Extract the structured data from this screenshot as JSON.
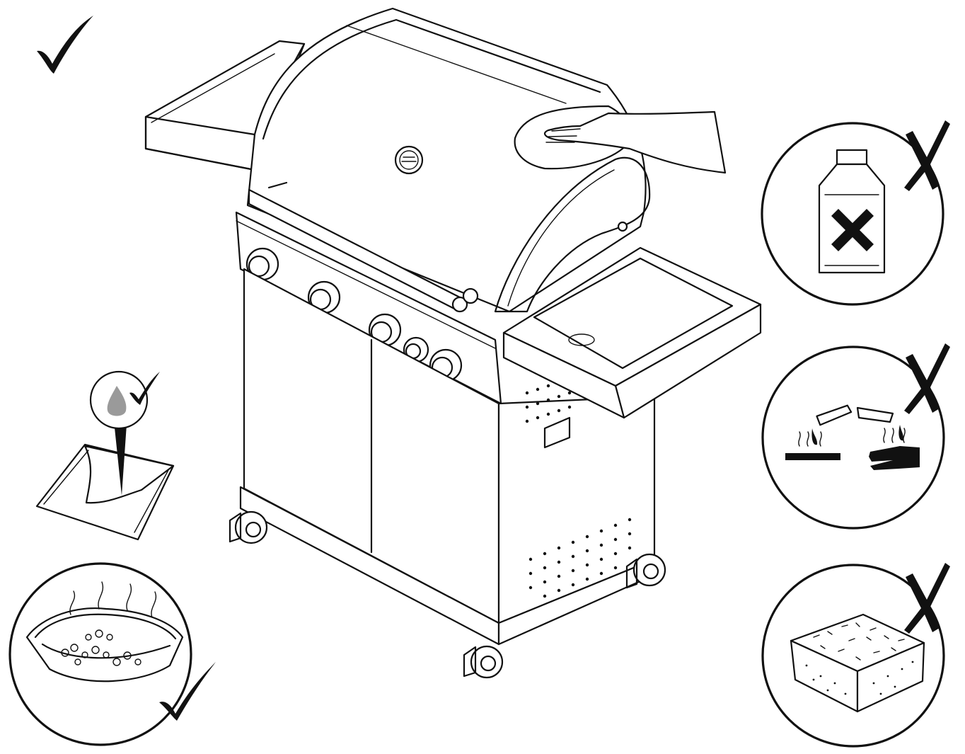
{
  "page": {
    "background": "#ffffff"
  },
  "colors": {
    "ink": "#111111",
    "paper": "#ffffff",
    "droplet": "#9a9a9a"
  },
  "icons": {
    "do_mark": "check-mark-icon",
    "dont_mark": "x-mark-icon",
    "cloth": "damp-cloth-icon",
    "droplet": "water-drop-icon",
    "soapy_water": "soapy-water-basin-icon",
    "chemical": "chemical-bottle-icon",
    "corrosive": "corrosive-hazard-icon",
    "abrasive": "abrasive-sponge-icon",
    "grill": "gas-grill-illustration",
    "hand": "wiping-hand-icon"
  },
  "instructions": {
    "allowed": [
      "wipe-lid-with-cloth",
      "damp-cloth",
      "warm-soapy-water"
    ],
    "forbidden": [
      "chemical-cleaner",
      "corrosive-substances",
      "abrasive-sponge"
    ]
  }
}
